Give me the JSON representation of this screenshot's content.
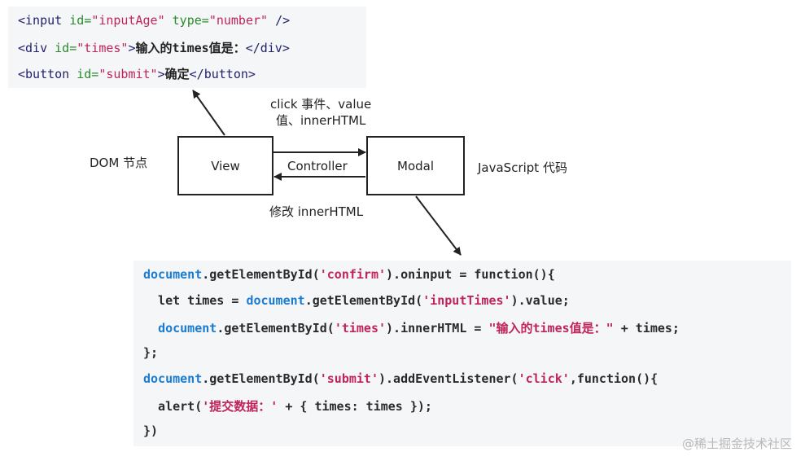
{
  "html_code": {
    "line1": {
      "p1": "<input ",
      "attr1": "id=",
      "val1": "\"inputAge\"",
      "attr2": " type=",
      "val2": "\"number\"",
      "end": " />"
    },
    "line2": {
      "p1": "<div ",
      "attr1": "id=",
      "val1": "\"times\"",
      "gt": ">",
      "cn": "输入的",
      "mid": "times",
      "cn2": "值是：",
      "end": "</div>"
    },
    "line3": {
      "p1": "<button ",
      "attr1": "id=",
      "val1": "\"submit\"",
      "gt": ">",
      "cn": "确定",
      "end": "</button>"
    }
  },
  "labels": {
    "dom_node": "DOM 节点",
    "click_line1": "click 事件、value",
    "click_line2": "值、innerHTML",
    "controller": "Controller",
    "modify": "修改 innerHTML",
    "js_code": "JavaScript 代码"
  },
  "boxes": {
    "view": "View",
    "modal": "Modal"
  },
  "js_code": {
    "l1": {
      "obj": "document",
      "fn": ".getElementById(",
      "str": "'confirm'",
      "rest": ").oninput = function(){"
    },
    "l2": {
      "kw": "  let times = ",
      "obj": "document",
      "fn": ".getElementById(",
      "str": "'inputTimes'",
      "rest": ").value;"
    },
    "l3": {
      "sp": "  ",
      "obj": "document",
      "fn": ".getElementById(",
      "str": "'times'",
      "mid": ").innerHTML = ",
      "str2": "\"输入的times值是：\"",
      "rest": " + times;"
    },
    "l4": "};",
    "l5": {
      "obj": "document",
      "fn": ".getElementById(",
      "str": "'submit'",
      "mid": ").addEventListener(",
      "str2": "'click'",
      "rest": ",function(){"
    },
    "l6": {
      "kw": "  alert(",
      "str": "'提交数据：'",
      "rest": " + { times: times });"
    },
    "l7": "})"
  },
  "watermark": "@稀土掘金技术社区"
}
